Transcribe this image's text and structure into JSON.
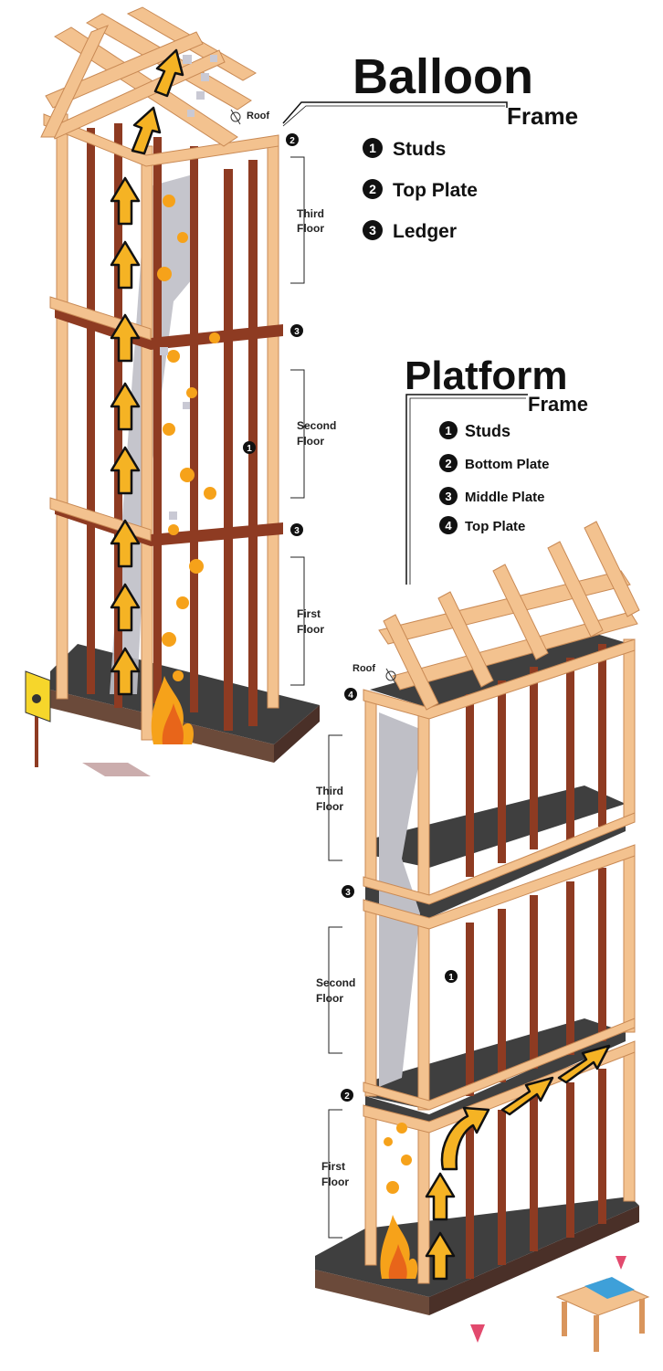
{
  "balloon": {
    "title": "Balloon",
    "subtitle": "Frame",
    "legend": [
      {
        "num": "1",
        "label": "Studs"
      },
      {
        "num": "2",
        "label": "Top Plate"
      },
      {
        "num": "3",
        "label": "Ledger"
      }
    ],
    "roof_label": "Roof",
    "floors": [
      {
        "line1": "Third",
        "line2": "Floor"
      },
      {
        "line1": "Second",
        "line2": "Floor"
      },
      {
        "line1": "First",
        "line2": "Floor"
      }
    ],
    "markers": [
      "2",
      "3",
      "1",
      "3"
    ]
  },
  "platform": {
    "title": "Platform",
    "subtitle": "Frame",
    "legend": [
      {
        "num": "1",
        "label": "Studs"
      },
      {
        "num": "2",
        "label": "Bottom Plate"
      },
      {
        "num": "3",
        "label": "Middle Plate"
      },
      {
        "num": "4",
        "label": "Top Plate"
      }
    ],
    "roof_label": "Roof",
    "floors": [
      {
        "line1": "Third",
        "line2": "Floor"
      },
      {
        "line1": "Second",
        "line2": "Floor"
      },
      {
        "line1": "First",
        "line2": "Floor"
      }
    ],
    "markers": [
      "4",
      "3",
      "1",
      "2"
    ]
  },
  "colors": {
    "wood": "#f3c28f",
    "wood_dark": "#d9955c",
    "stud_dark": "#8e3b22",
    "floor": "#3f3f3f",
    "flame": "#f6a21a",
    "arrow": "#f5b324",
    "smoke": "#c9c9d4"
  }
}
